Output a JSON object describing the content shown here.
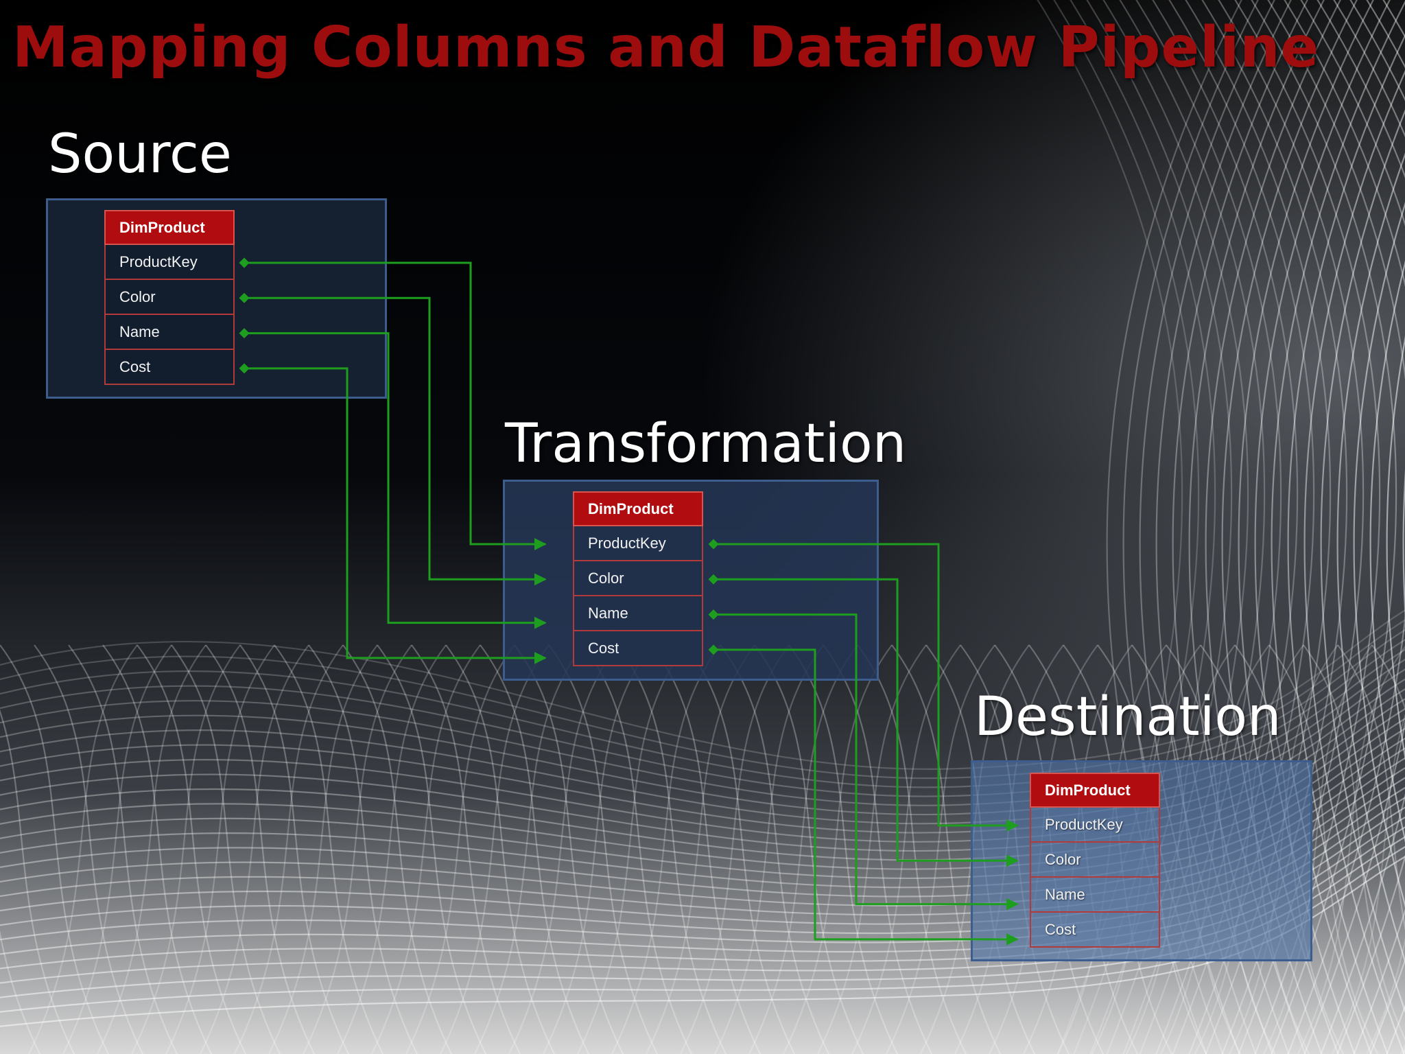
{
  "slide": {
    "title": "Mapping Columns and Dataflow Pipeline"
  },
  "colors": {
    "title": "#9e0d0d",
    "table_header": "#b10d10",
    "table_border": "#b33a3a",
    "panel_border": "#3d5d8e",
    "connector": "#1e9e1e"
  },
  "stages": {
    "source": {
      "heading": "Source",
      "table": {
        "name": "DimProduct",
        "columns": [
          "ProductKey",
          "Color",
          "Name",
          "Cost"
        ]
      }
    },
    "transformation": {
      "heading": "Transformation",
      "table": {
        "name": "DimProduct",
        "columns": [
          "ProductKey",
          "Color",
          "Name",
          "Cost"
        ]
      }
    },
    "destination": {
      "heading": "Destination",
      "table": {
        "name": "DimProduct",
        "columns": [
          "ProductKey",
          "Color",
          "Name",
          "Cost"
        ]
      }
    }
  },
  "mappings": [
    {
      "from": "source.ProductKey",
      "to": "transformation.ProductKey"
    },
    {
      "from": "source.Color",
      "to": "transformation.Color"
    },
    {
      "from": "source.Name",
      "to": "transformation.Name"
    },
    {
      "from": "source.Cost",
      "to": "transformation.Cost"
    },
    {
      "from": "transformation.ProductKey",
      "to": "destination.ProductKey"
    },
    {
      "from": "transformation.Color",
      "to": "destination.Color"
    },
    {
      "from": "transformation.Name",
      "to": "destination.Name"
    },
    {
      "from": "transformation.Cost",
      "to": "destination.Cost"
    }
  ]
}
